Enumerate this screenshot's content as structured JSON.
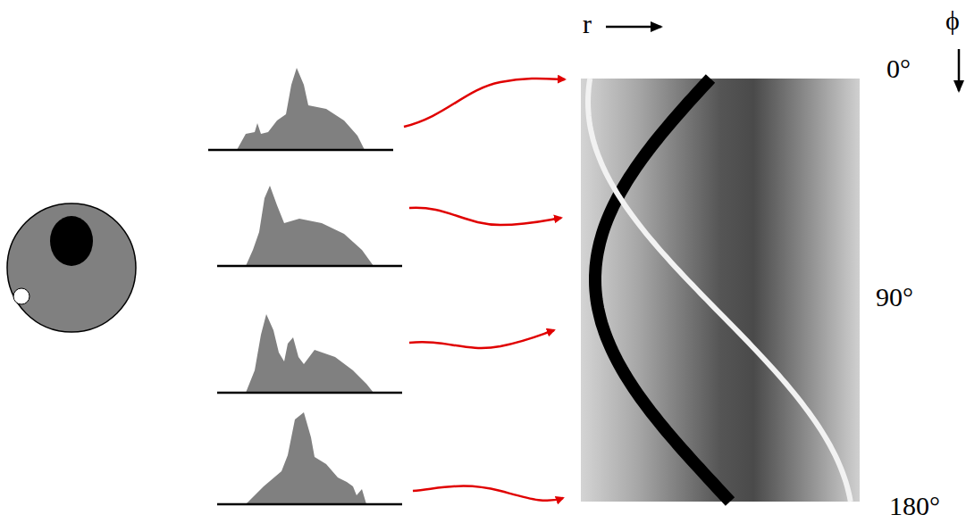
{
  "diagram": {
    "labels": [
      "r",
      "ϕ",
      "0°",
      "90°",
      "180°"
    ]
  }
}
